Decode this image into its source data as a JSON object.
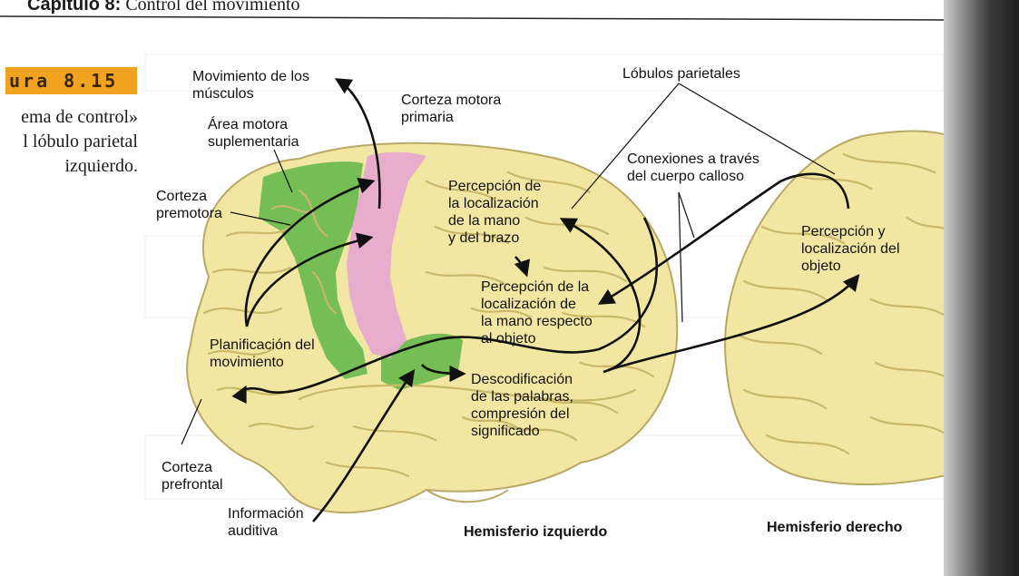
{
  "header": {
    "chapter_bold": "Capítulo 8:",
    "chapter_title": "Control del movimiento"
  },
  "figure": {
    "badge": "ura 8.15",
    "caption": "ema de control»\nl lóbulo parietal\nizquierdo."
  },
  "labels": {
    "movimiento_musculos": "Movimiento de los\nmúsculos",
    "area_motora": "Área motora\nsuplementaria",
    "corteza_motora": "Corteza motora\nprimaria",
    "corteza_premotora": "Corteza\npremotora",
    "lobulos_parietales": "Lóbulos parietales",
    "conexiones": "Conexiones a través\ndel cuerpo calloso",
    "percepcion_mano_brazo": "Percepción de\nla localización\nde la mano\ny del brazo",
    "percepcion_objeto": "Percepción y\nlocalización del\nobjeto",
    "percepcion_mano_objeto": "Percepción de la\nlocalización de\nla mano respecto\nal objeto",
    "planificacion": "Planificación del\nmovimiento",
    "descodificacion": "Descodificación\nde las palabras,\ncompresión del\nsignificado",
    "corteza_prefrontal": "Corteza\nprefrontal",
    "informacion_auditiva": "Información\nauditiva",
    "hemisferio_izquierdo": "Hemisferio izquierdo",
    "hemisferio_derecho": "Hemisferio derecho"
  },
  "colors": {
    "brain": "#f2e7a2",
    "brain_fold": "#c9b86a",
    "premotor": "#5fb548",
    "motor": "#e7a9cf",
    "badge": "#f0a320",
    "arrow": "#111111"
  }
}
